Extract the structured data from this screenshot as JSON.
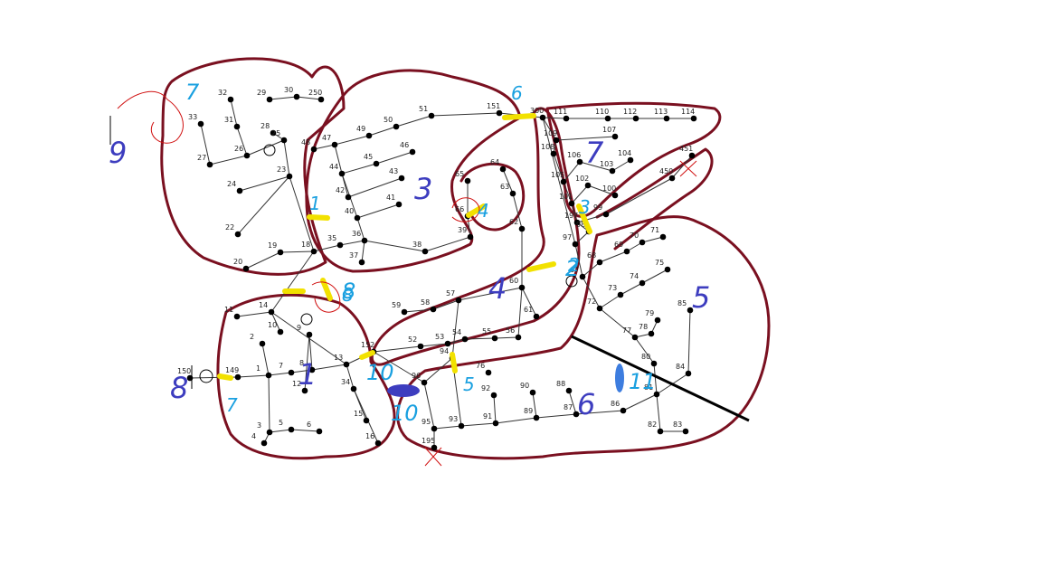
{
  "nodes": [
    {
      "id": "250"
    },
    {
      "id": "29"
    },
    {
      "id": "30"
    },
    {
      "id": "32"
    },
    {
      "id": "33"
    },
    {
      "id": "31"
    },
    {
      "id": "28"
    },
    {
      "id": "26"
    },
    {
      "id": "25"
    },
    {
      "id": "27"
    },
    {
      "id": "48"
    },
    {
      "id": "47"
    },
    {
      "id": "49"
    },
    {
      "id": "50"
    },
    {
      "id": "51"
    },
    {
      "id": "151"
    },
    {
      "id": "300"
    },
    {
      "id": "23"
    },
    {
      "id": "24"
    },
    {
      "id": "22"
    },
    {
      "id": "19"
    },
    {
      "id": "20"
    },
    {
      "id": "18"
    },
    {
      "id": "35"
    },
    {
      "id": "36"
    },
    {
      "id": "37"
    },
    {
      "id": "38"
    },
    {
      "id": "39"
    },
    {
      "id": "40"
    },
    {
      "id": "41"
    },
    {
      "id": "42"
    },
    {
      "id": "43"
    },
    {
      "id": "44"
    },
    {
      "id": "45"
    },
    {
      "id": "46"
    },
    {
      "id": "65"
    },
    {
      "id": "64"
    },
    {
      "id": "63"
    },
    {
      "id": "62"
    },
    {
      "id": "66"
    },
    {
      "id": "60"
    },
    {
      "id": "61"
    },
    {
      "id": "59"
    },
    {
      "id": "58"
    },
    {
      "id": "57"
    },
    {
      "id": "152"
    },
    {
      "id": "52"
    },
    {
      "id": "53"
    },
    {
      "id": "54"
    },
    {
      "id": "55"
    },
    {
      "id": "56"
    },
    {
      "id": "11"
    },
    {
      "id": "14"
    },
    {
      "id": "10"
    },
    {
      "id": "9"
    },
    {
      "id": "2"
    },
    {
      "id": "7"
    },
    {
      "id": "8"
    },
    {
      "id": "13"
    },
    {
      "id": "149"
    },
    {
      "id": "1"
    },
    {
      "id": "12"
    },
    {
      "id": "3"
    },
    {
      "id": "5"
    },
    {
      "id": "6"
    },
    {
      "id": "34"
    },
    {
      "id": "15"
    },
    {
      "id": "16"
    },
    {
      "id": "150"
    },
    {
      "id": "4"
    },
    {
      "id": "111"
    },
    {
      "id": "110"
    },
    {
      "id": "112"
    },
    {
      "id": "113"
    },
    {
      "id": "114"
    },
    {
      "id": "109"
    },
    {
      "id": "107"
    },
    {
      "id": "108"
    },
    {
      "id": "106"
    },
    {
      "id": "105"
    },
    {
      "id": "103"
    },
    {
      "id": "104"
    },
    {
      "id": "102"
    },
    {
      "id": "101"
    },
    {
      "id": "100"
    },
    {
      "id": "99"
    },
    {
      "id": "98"
    },
    {
      "id": "97"
    },
    {
      "id": "197"
    },
    {
      "id": "451"
    },
    {
      "id": "450"
    },
    {
      "id": "68"
    },
    {
      "id": "69"
    },
    {
      "id": "67"
    },
    {
      "id": "72"
    },
    {
      "id": "73"
    },
    {
      "id": "74"
    },
    {
      "id": "75"
    },
    {
      "id": "77"
    },
    {
      "id": "78"
    },
    {
      "id": "79"
    },
    {
      "id": "80"
    },
    {
      "id": "81"
    },
    {
      "id": "82"
    },
    {
      "id": "83"
    },
    {
      "id": "84"
    },
    {
      "id": "85"
    },
    {
      "id": "86"
    },
    {
      "id": "87"
    },
    {
      "id": "88"
    },
    {
      "id": "89"
    },
    {
      "id": "90"
    },
    {
      "id": "91"
    },
    {
      "id": "92"
    },
    {
      "id": "93"
    },
    {
      "id": "94"
    },
    {
      "id": "95"
    },
    {
      "id": "96"
    },
    {
      "id": "195"
    },
    {
      "id": "76"
    },
    {
      "id": "70"
    },
    {
      "id": "71"
    }
  ],
  "zone_numbers": [
    "1",
    "2",
    "3",
    "4",
    "5",
    "6",
    "7",
    "8",
    "9",
    "10",
    "11",
    "7",
    "8",
    "10"
  ],
  "switch_numbers": [
    "1",
    "2",
    "3",
    "4",
    "5",
    "6",
    "7",
    "8"
  ]
}
